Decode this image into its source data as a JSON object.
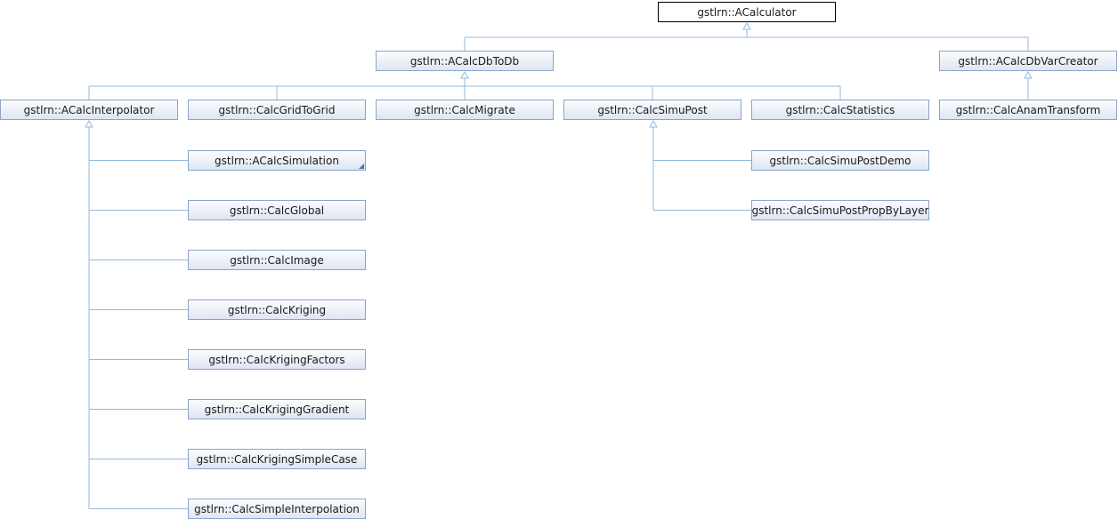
{
  "diagram": {
    "nodes": [
      {
        "id": "acalculator",
        "label": "gstlrn::ACalculator",
        "root": true
      },
      {
        "id": "acalcdbtodb",
        "label": "gstlrn::ACalcDbToDb"
      },
      {
        "id": "acalcdbvarcreator",
        "label": "gstlrn::ACalcDbVarCreator"
      },
      {
        "id": "acalcinterpolator",
        "label": "gstlrn::ACalcInterpolator"
      },
      {
        "id": "calcgridtogrid",
        "label": "gstlrn::CalcGridToGrid"
      },
      {
        "id": "calcmigrate",
        "label": "gstlrn::CalcMigrate"
      },
      {
        "id": "calcsimupost",
        "label": "gstlrn::CalcSimuPost"
      },
      {
        "id": "calcstatistics",
        "label": "gstlrn::CalcStatistics"
      },
      {
        "id": "calcanamtransform",
        "label": "gstlrn::CalcAnamTransform"
      },
      {
        "id": "acalcsimulation",
        "label": "gstlrn::ACalcSimulation",
        "has_more": true
      },
      {
        "id": "calcglobal",
        "label": "gstlrn::CalcGlobal"
      },
      {
        "id": "calcimage",
        "label": "gstlrn::CalcImage"
      },
      {
        "id": "calckriging",
        "label": "gstlrn::CalcKriging"
      },
      {
        "id": "calckrigingfactors",
        "label": "gstlrn::CalcKrigingFactors"
      },
      {
        "id": "calckriginggradient",
        "label": "gstlrn::CalcKrigingGradient"
      },
      {
        "id": "calckrigingsimplecase",
        "label": "gstlrn::CalcKrigingSimpleCase"
      },
      {
        "id": "calcsimpleinterpolation",
        "label": "gstlrn::CalcSimpleInterpolation"
      },
      {
        "id": "calcsimupostdemo",
        "label": "gstlrn::CalcSimuPostDemo"
      },
      {
        "id": "calcsimupostpropbylayer",
        "label": "gstlrn::CalcSimuPostPropByLayer"
      }
    ],
    "edges": [
      {
        "from": "acalcdbtodb",
        "to": "acalculator"
      },
      {
        "from": "acalcdbvarcreator",
        "to": "acalculator"
      },
      {
        "from": "acalcinterpolator",
        "to": "acalcdbtodb"
      },
      {
        "from": "calcgridtogrid",
        "to": "acalcdbtodb"
      },
      {
        "from": "calcmigrate",
        "to": "acalcdbtodb"
      },
      {
        "from": "calcsimupost",
        "to": "acalcdbtodb"
      },
      {
        "from": "calcstatistics",
        "to": "acalcdbtodb"
      },
      {
        "from": "calcanamtransform",
        "to": "acalcdbvarcreator"
      },
      {
        "from": "acalcsimulation",
        "to": "acalcinterpolator"
      },
      {
        "from": "calcglobal",
        "to": "acalcinterpolator"
      },
      {
        "from": "calcimage",
        "to": "acalcinterpolator"
      },
      {
        "from": "calckriging",
        "to": "acalcinterpolator"
      },
      {
        "from": "calckrigingfactors",
        "to": "acalcinterpolator"
      },
      {
        "from": "calckriginggradient",
        "to": "acalcinterpolator"
      },
      {
        "from": "calckrigingsimplecase",
        "to": "acalcinterpolator"
      },
      {
        "from": "calcsimpleinterpolation",
        "to": "acalcinterpolator"
      },
      {
        "from": "calcsimupostdemo",
        "to": "calcsimupost"
      },
      {
        "from": "calcsimupostpropbylayer",
        "to": "calcsimupost"
      }
    ],
    "colors": {
      "edge": "#94b9db",
      "node_border": "#8aa4c8",
      "root_border": "#000000"
    }
  }
}
